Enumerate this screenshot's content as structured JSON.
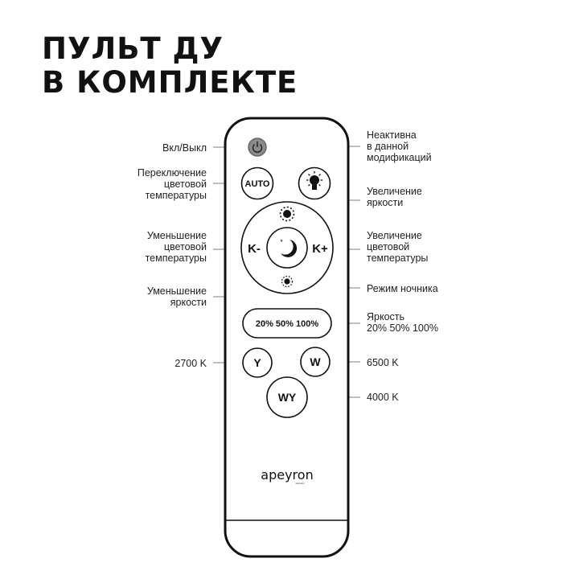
{
  "title": {
    "line1": "ПУЛЬТ ДУ",
    "line2": "В КОМПЛЕКТЕ"
  },
  "remote": {
    "buttons": {
      "auto": "AUTO",
      "k_minus": "K-",
      "k_plus": "K+",
      "brightness": "20% 50% 100%",
      "y": "Y",
      "w": "W",
      "wy": "WY"
    },
    "icons": [
      "power-icon",
      "bulb-icon",
      "sun-large-icon",
      "moon-icon",
      "sun-small-icon"
    ],
    "brand": "apeyron",
    "brand_sub": "electrics",
    "power_color": "#8a8a8a"
  },
  "labels_left": {
    "power": [
      "Вкл/Выкл"
    ],
    "auto": [
      "Переключение",
      "цветовой",
      "температуры"
    ],
    "k_minus": [
      "Уменьшение",
      "цветовой",
      "температуры"
    ],
    "dim": [
      "Уменьшение",
      "яркости"
    ],
    "y": [
      "2700 K"
    ]
  },
  "labels_right": {
    "bulb": [
      "Неактивна",
      "в данной",
      "модификаций"
    ],
    "bright": [
      "Увеличение",
      "яркости"
    ],
    "k_plus": [
      "Увеличение",
      "цветовой",
      "температуры"
    ],
    "night": [
      "Режим ночника"
    ],
    "levels": [
      "Яркость",
      "20% 50% 100%"
    ],
    "w": [
      "6500 K"
    ],
    "wy": [
      "4000 K"
    ]
  }
}
